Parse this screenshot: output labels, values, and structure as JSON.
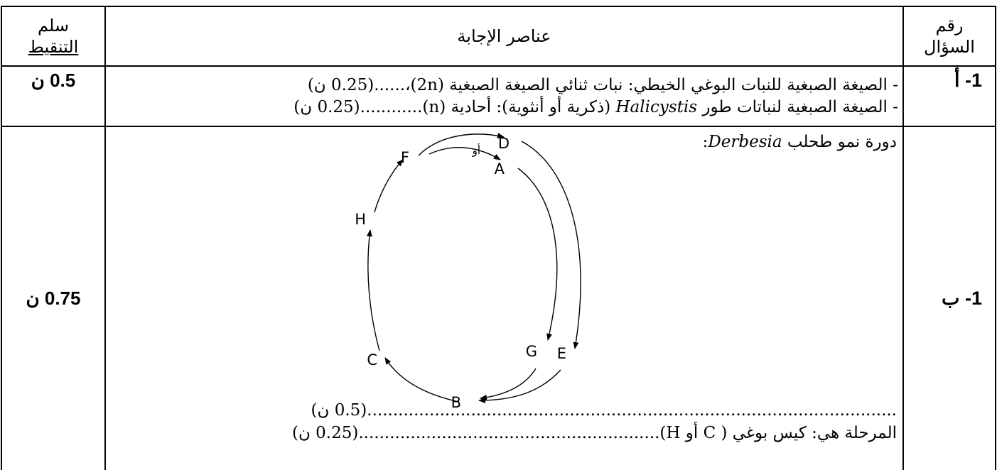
{
  "header": {
    "question_number": [
      "رقم",
      "السؤال"
    ],
    "answer_elements": "عناصر الإجابة",
    "score_scale": [
      "سلم",
      "التنقيط"
    ]
  },
  "rows": [
    {
      "question": "1- أ",
      "score": "0.5 ن",
      "lines": [
        {
          "before": "- الصيغة الصبغية للنبات البوغي الخيطي: نبات ثنائي الصيغة الصبغية (2n)،......",
          "points": "(0.25 ن)"
        },
        {
          "before": "- الصيغة الصبغية لنباتات طور ",
          "italic": "Halicystis",
          "after": " (ذكرية أو أنثوية): أحادية (n)............",
          "points": "(0.25 ن)"
        }
      ]
    },
    {
      "question": "1- ب",
      "score": "0.75 ن",
      "cycle_title_italic": "Derbesia",
      "cycle_title_prefix": "دورة نمو طحلب ",
      "cycle_title_suffix": ":",
      "diagram_nodes": [
        "D",
        "F",
        "A",
        "H",
        "G",
        "E",
        "C",
        "B"
      ],
      "diagram_or_label": "أو",
      "line1": "......................................................................................................(0.5 ن)",
      "line2_text": "المرحلة هي: كيس بوغي ( C أو H)..........................................................",
      "line2_points": "(0.25 ن)"
    }
  ]
}
